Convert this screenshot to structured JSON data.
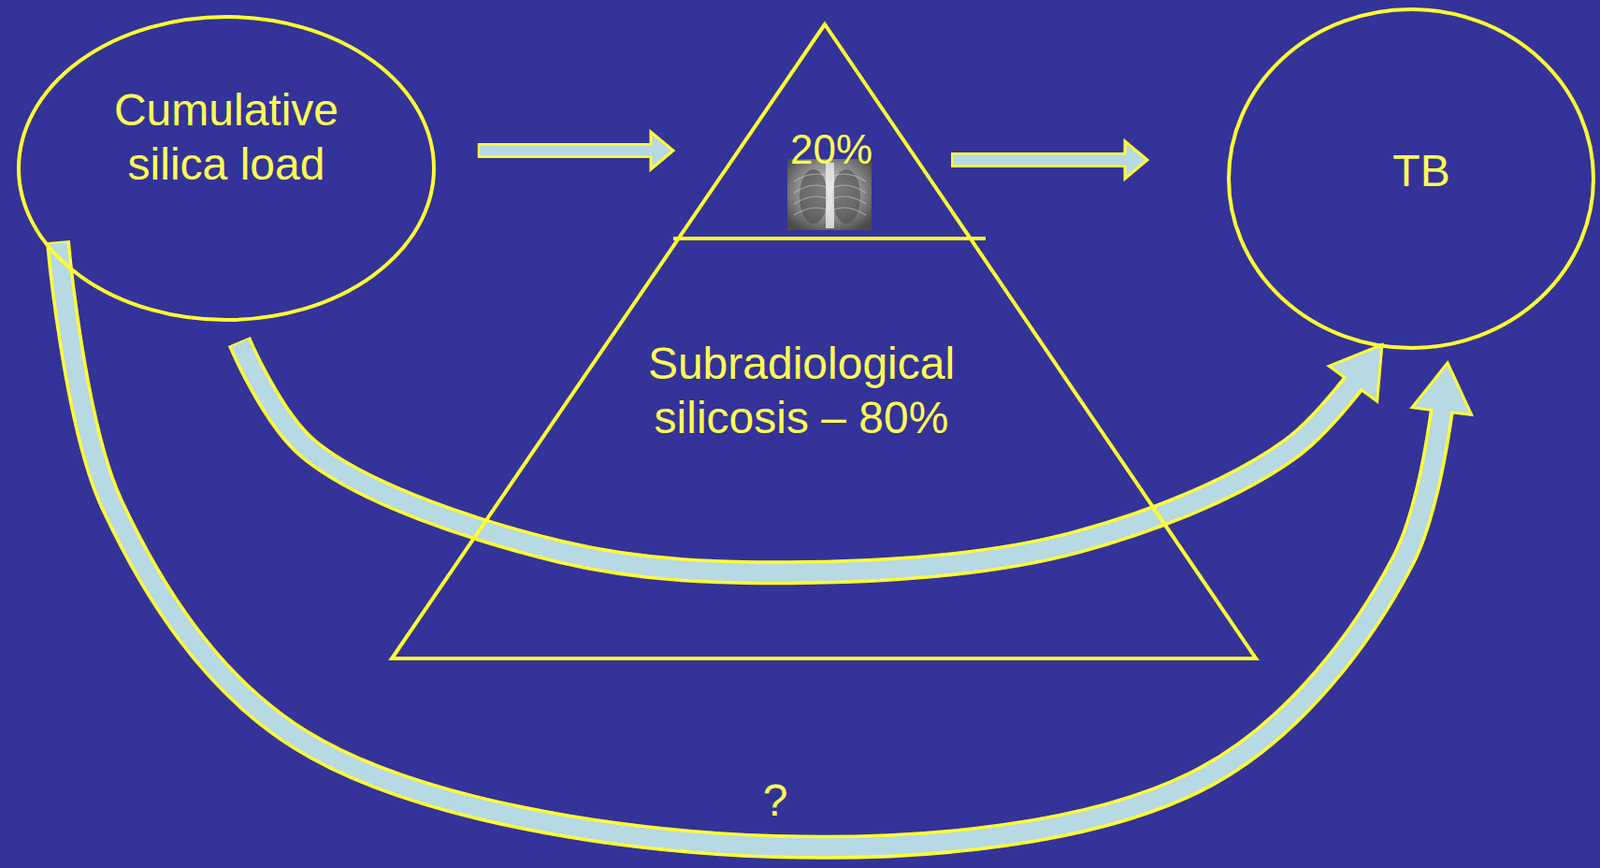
{
  "diagram": {
    "nodes": [
      {
        "text": [
          "Cumulative silica load"
        ]
      },
      {
        "text": [
          "20%",
          "Subradiological silicosis – 80%"
        ]
      },
      {
        "text": [
          "TB"
        ]
      }
    ],
    "edges": [
      {
        "from": 0,
        "to": 1,
        "arrow": "to"
      },
      {
        "from": 1,
        "to": 2,
        "arrow": "to"
      },
      {
        "from": 0,
        "to": 2,
        "arrow": "to"
      },
      {
        "from": 0,
        "to": 2,
        "arrow": "to",
        "label": "?"
      }
    ]
  }
}
